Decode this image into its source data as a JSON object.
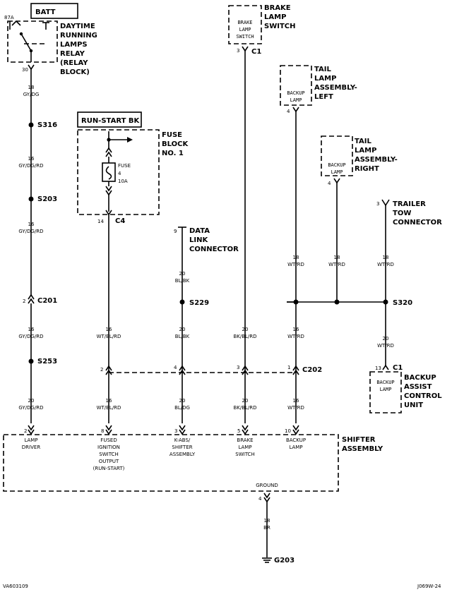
{
  "labels": {
    "batt": "BATT",
    "drl_relay": [
      "DAYTIME",
      "RUNNING",
      "LAMPS",
      "RELAY",
      "(RELAY",
      "BLOCK)"
    ],
    "pin_87a": "87A",
    "pin_30": "30",
    "w1_gauge": "18",
    "w1_color": "GY/DG",
    "s316": "S316",
    "w2_gauge": "16",
    "w2_color": "GY/DG/RD",
    "s203": "S203",
    "w3_gauge": "16",
    "w3_color": "GY/DG/RD",
    "c201_pin": "2",
    "c201": "C201",
    "w4_gauge": "16",
    "w4_color": "GY/DG/RD",
    "s253": "S253",
    "w5_gauge": "20",
    "w5_color": "GY/DG/RD",
    "runstart": "RUN-START BK",
    "fuse_block": [
      "FUSE",
      "BLOCK",
      "NO. 1"
    ],
    "fuse_text": [
      "FUSE",
      "4",
      "10A"
    ],
    "c4_pin": "14",
    "c4": "C4",
    "w6_gauge": "16",
    "w6_color": "WT/BL/RD",
    "w7_gauge": "16",
    "w7_color": "WT/BL/RD",
    "dlc_pin": "9",
    "dlc": [
      "DATA",
      "LINK",
      "CONNECTOR"
    ],
    "w8_gauge": "20",
    "w8_color": "BL/BK",
    "s229": "S229",
    "w9_gauge": "20",
    "w9_color": "BL/BK",
    "w10_gauge": "20",
    "w10_color": "BL/DG",
    "bls_box": [
      "BRAKE",
      "LAMP",
      "SWITCH"
    ],
    "bls_label": [
      "BRAKE",
      "LAMP",
      "SWITCH"
    ],
    "c1_top_pin": "3",
    "c1_top": "C1",
    "w11_gauge": "20",
    "w11_color": "BK/BL/RD",
    "w12_gauge": "20",
    "w12_color": "BK/BL/RD",
    "tl_left_box": [
      "BACKUP",
      "LAMP"
    ],
    "tl_left": [
      "TAIL",
      "LAMP",
      "ASSEMBLY-",
      "LEFT"
    ],
    "tl_left_pin": "4",
    "tl_right_box": [
      "BACKUP",
      "LAMP"
    ],
    "tl_right": [
      "TAIL",
      "LAMP",
      "ASSEMBLY-",
      "RIGHT"
    ],
    "tl_right_pin": "4",
    "trailer_pin": "3",
    "trailer": [
      "TRAILER",
      "TOW",
      "CONNECTOR"
    ],
    "w13_gauge": "18",
    "w13_color": "WT/RD",
    "w14_gauge": "18",
    "w14_color": "WT/RD",
    "w15_gauge": "18",
    "w15_color": "WT/RD",
    "s320": "S320",
    "w16_gauge": "16",
    "w16_color": "WT/RD",
    "w17_gauge": "16",
    "w17_color": "WT/RD",
    "w18_gauge": "20",
    "w18_color": "WT/RD",
    "c1_bot_pin": "13",
    "c1_bot": "C1",
    "bac_box": [
      "BACKUP",
      "LAMP"
    ],
    "bac": [
      "BACKUP",
      "ASSIST",
      "CONTROL",
      "UNIT"
    ],
    "c202_pins": [
      "2",
      "4",
      "3",
      "1"
    ],
    "c202": "C202",
    "shifter": [
      "SHIFTER",
      "ASSEMBLY"
    ],
    "shifter_pins": [
      "2",
      "8",
      "3",
      "5",
      "10"
    ],
    "shifter_p1": [
      "LAMP",
      "DRIVER"
    ],
    "shifter_p2": [
      "FUSED",
      "IGNITION",
      "SWITCH",
      "OUTPUT",
      "(RUN-START)"
    ],
    "shifter_p3": [
      "K-ABS/",
      "SHIFTER",
      "ASSEMBLY"
    ],
    "shifter_p4": [
      "BRAKE",
      "LAMP",
      "SWITCH"
    ],
    "shifter_p5": [
      "BACKUP",
      "LAMP"
    ],
    "ground": "GROUND",
    "gnd_pin": "4",
    "w19_gauge": "18",
    "w19_color": "BR",
    "g203": "G203",
    "fig_left": "VA603109",
    "fig_right": "J069W-24"
  }
}
